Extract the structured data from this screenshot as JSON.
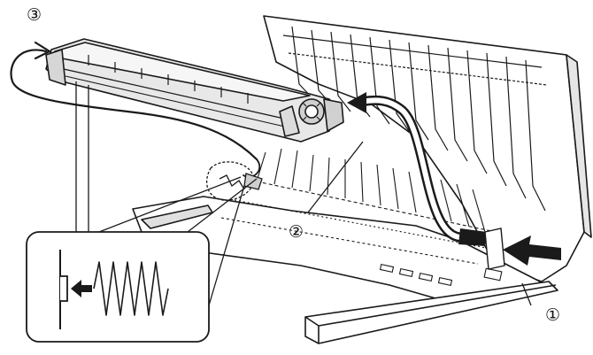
{
  "callouts": {
    "step1": "①",
    "step2": "②",
    "step3": "③"
  },
  "colors": {
    "line": "#1a1a1a",
    "fill": "#ffffff",
    "shade": "#d9d9d9",
    "roller": "#cfcfcf"
  },
  "icons": {
    "spring_detail": "spring-icon",
    "insert_arrow": "arrow-left-icon"
  }
}
